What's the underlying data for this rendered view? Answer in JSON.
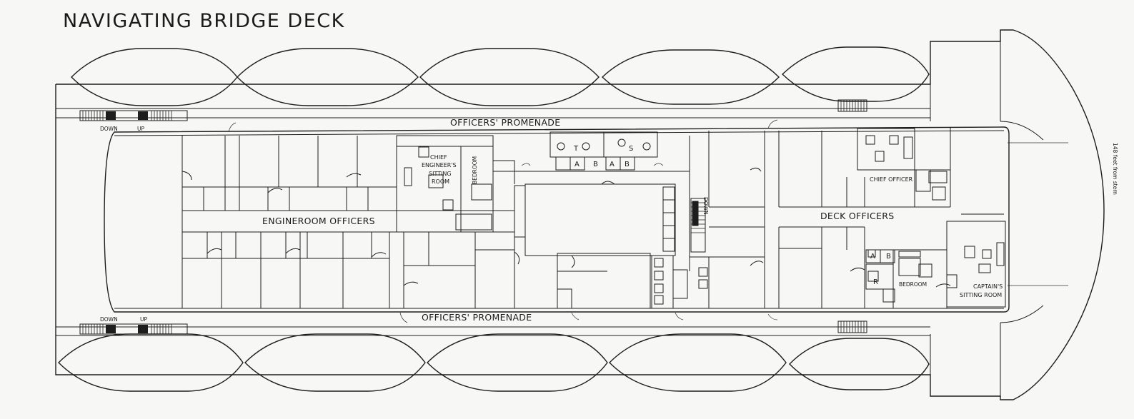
{
  "title": "NAVIGATING BRIDGE DECK",
  "labels": {
    "promenade_top": "OFFICERS' PROMENADE",
    "promenade_bottom": "OFFICERS' PROMENADE",
    "engineroom_officers": "ENGINEROOM OFFICERS",
    "deck_officers": "DECK OFFICERS",
    "chief_engineer_line1": "CHIEF",
    "chief_engineer_line2": "ENGINEER'S",
    "chief_engineer_line3": "SITTING",
    "chief_engineer_line4": "ROOM",
    "chief_engineer_bedroom": "BEDROOM",
    "chief_officer": "CHIEF OFFICER",
    "captain_line1": "CAPTAIN'S",
    "captain_line2": "SITTING ROOM",
    "captain_bedroom": "BEDROOM",
    "stairs_down": "DOWN",
    "stair_down_top": "DOWN",
    "stair_up_top": "UP",
    "stair_down_bottom": "DOWN",
    "stair_up_bottom": "UP",
    "letter_t": "T",
    "letter_s": "S",
    "letter_a1": "A",
    "letter_b1": "B",
    "letter_a2": "A",
    "letter_b2": "B",
    "letter_a3": "A",
    "letter_b3": "B",
    "letter_r": "R",
    "side_note": "148 feet from stern"
  },
  "colors": {
    "ink": "#1d1d1d",
    "paper": "#f7f7f5"
  }
}
